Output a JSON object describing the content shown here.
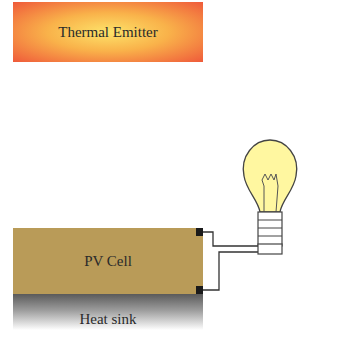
{
  "diagram": {
    "nodes": [
      {
        "text": [
          "Thermal Emitter"
        ]
      },
      {
        "text": [
          "PV Cell"
        ]
      },
      {
        "text": [
          "Heat sink"
        ]
      }
    ]
  }
}
